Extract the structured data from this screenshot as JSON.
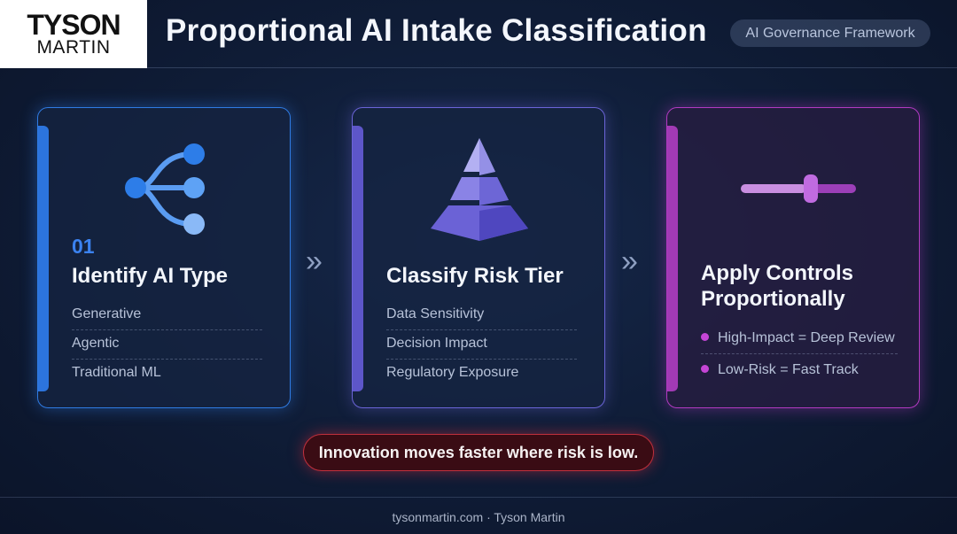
{
  "header": {
    "logo_line1": "TYSON",
    "logo_line2": "MARTIN",
    "title": "Proportional AI Intake Classification",
    "badge": "AI Governance Framework"
  },
  "cards": [
    {
      "number": "01",
      "title": "Identify AI Type",
      "items": [
        "Generative",
        "Agentic",
        "Traditional ML"
      ],
      "icon": "branch-network-icon",
      "accent": "#2f7be3"
    },
    {
      "title": "Classify Risk Tier",
      "items": [
        "Data Sensitivity",
        "Decision Impact",
        "Regulatory Exposure"
      ],
      "icon": "pyramid-icon",
      "accent": "#6b64d8"
    },
    {
      "title_line1": "Apply Controls",
      "title_line2": "Proportionally",
      "items": [
        "High-Impact = Deep Review",
        "Low-Risk = Fast Track"
      ],
      "icon": "slider-icon",
      "accent": "#b23ac2"
    }
  ],
  "arrows": [
    "»",
    "»"
  ],
  "callout": "Innovation moves faster where risk is low.",
  "footer": "tysonmartin.com · Tyson Martin",
  "colors": {
    "background": "#0f1c36",
    "callout_border": "#c0303d"
  }
}
